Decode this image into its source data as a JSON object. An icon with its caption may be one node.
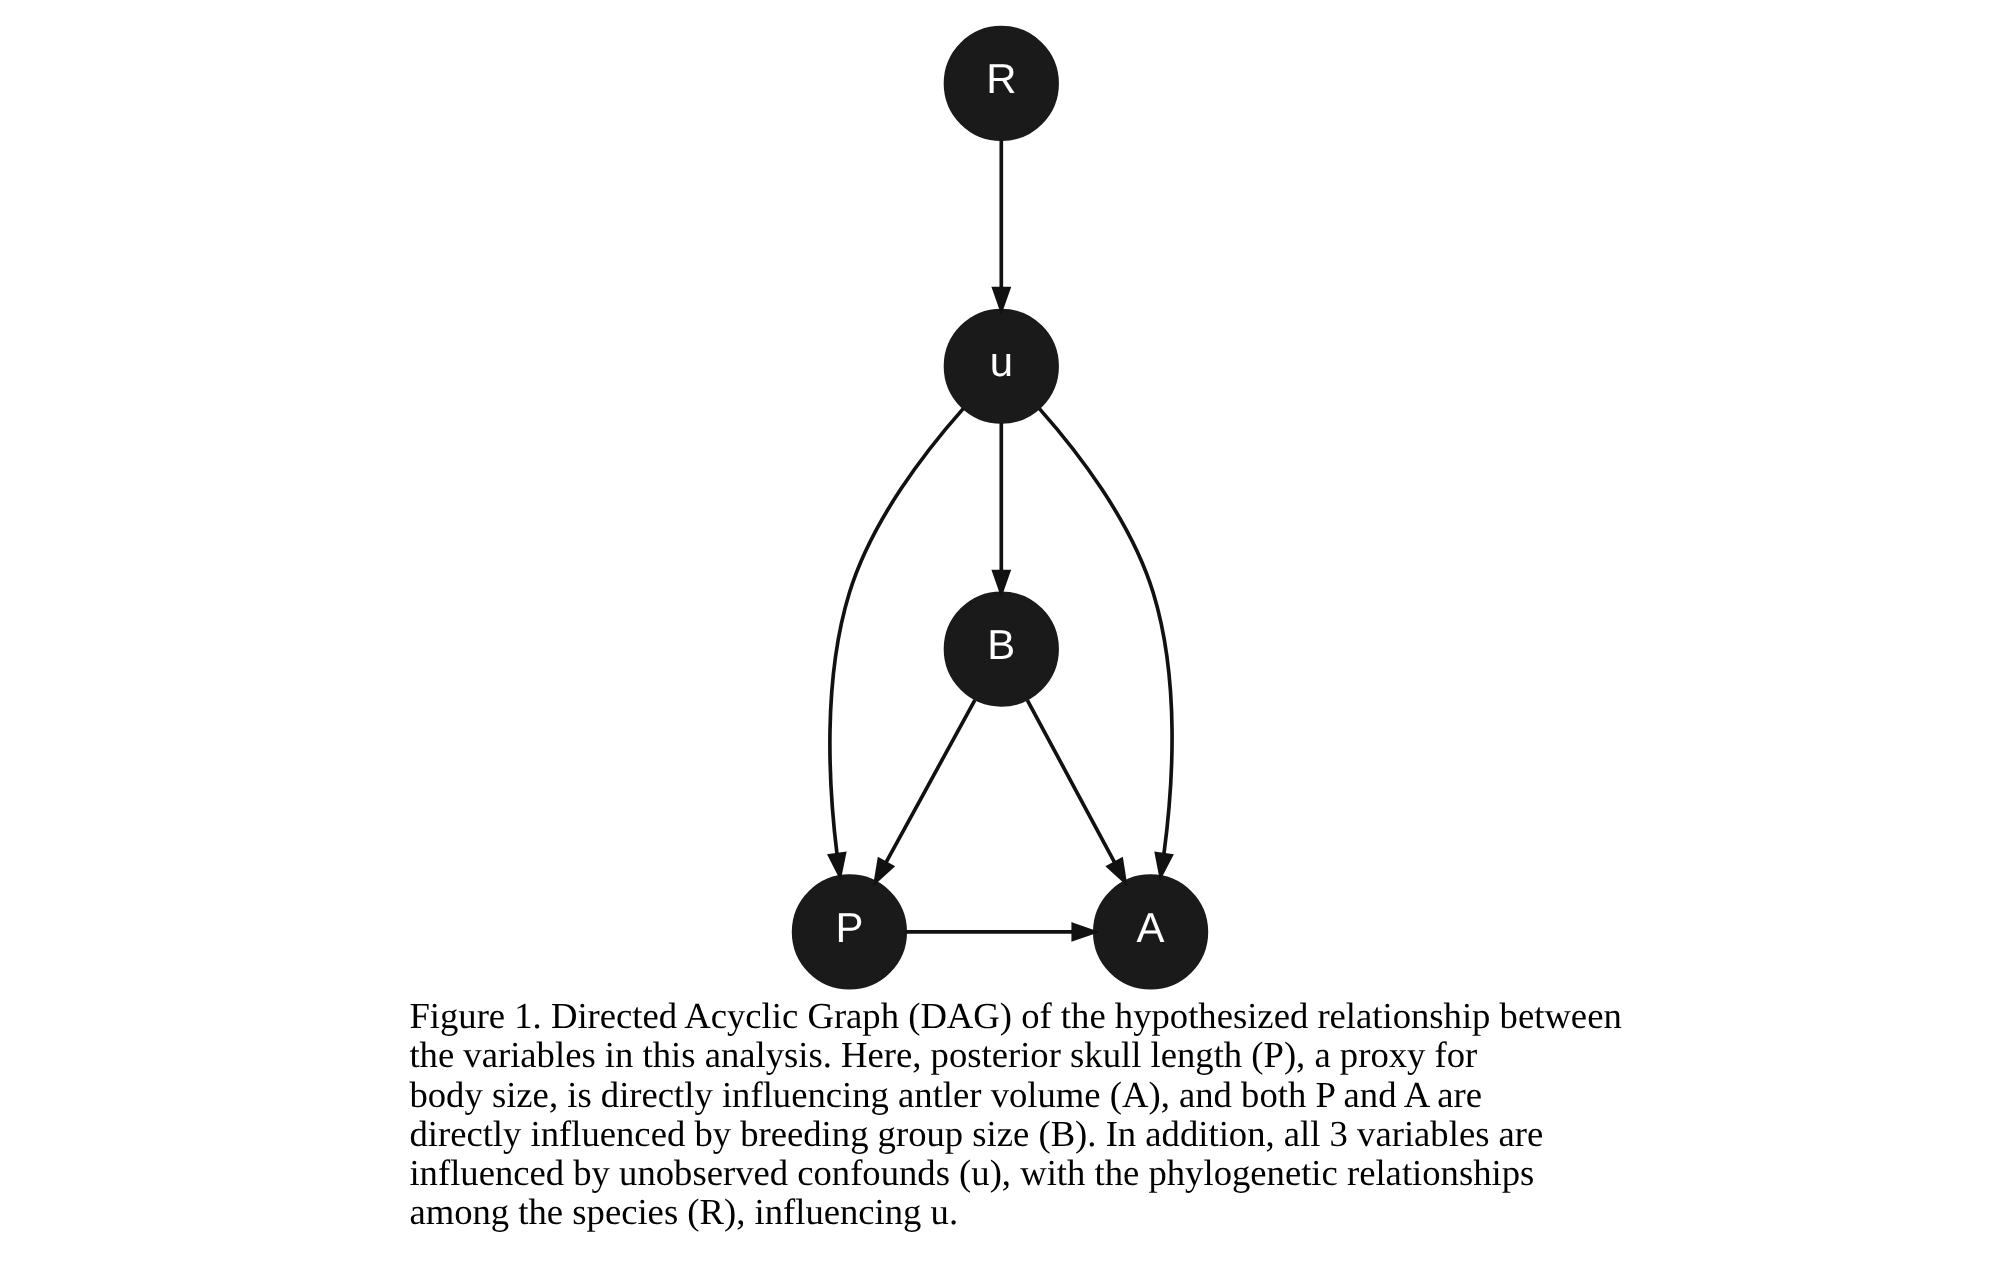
{
  "diagram": {
    "caption": "Figure 1. Directed Acyclic Graph (DAG) of the hypothesized relationship between the variables in this analysis. Here, posterior skull length (P), a proxy for body size, is directly influencing antler volume (A), and both P and A are directly influenced by breeding group size (B). In addition, all 3 variables are influenced by unobserved confounds (u), with the phylogenetic relationships among the species (R), influencing u.",
    "nodes": [
      {
        "text": [
          "R"
        ]
      },
      {
        "text": [
          "u"
        ]
      },
      {
        "text": [
          "P"
        ]
      },
      {
        "text": [
          "A"
        ]
      },
      {
        "text": [
          "B"
        ]
      }
    ],
    "edges": [
      {
        "from": 0,
        "to": 1,
        "arrow": "to"
      },
      {
        "from": 1,
        "to": 2,
        "arrow": "to"
      },
      {
        "from": 1,
        "to": 3,
        "arrow": "to"
      },
      {
        "from": 1,
        "to": 4,
        "arrow": "to"
      },
      {
        "from": 2,
        "to": 3,
        "arrow": "to"
      },
      {
        "from": 4,
        "to": 3,
        "arrow": "to"
      },
      {
        "from": 4,
        "to": 2,
        "arrow": "to"
      }
    ]
  }
}
